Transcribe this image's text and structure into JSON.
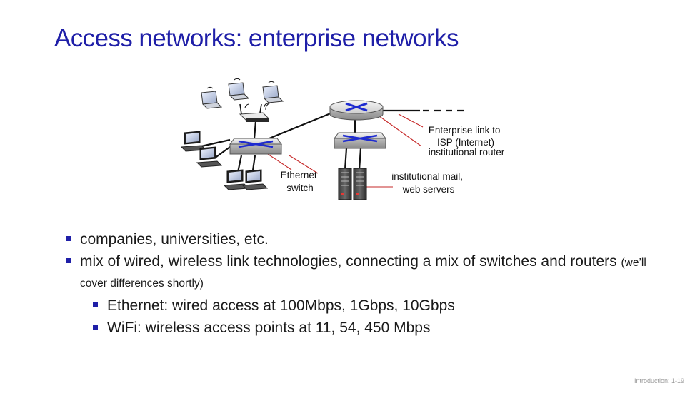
{
  "title": "Access networks: enterprise networks",
  "diagram": {
    "label_enterprise_link": [
      "Enterprise link to",
      "ISP (Internet)"
    ],
    "label_router": "institutional router",
    "label_ethernet_switch": [
      "Ethernet",
      "switch"
    ],
    "label_servers": [
      "institutional mail,",
      "web servers"
    ]
  },
  "bullets": {
    "item1": "companies, universities, etc.",
    "item2_main": "mix of wired, wireless link technologies, connecting a mix of switches and routers",
    "item2_note": "(we’ll cover differences shortly)",
    "sub1": "Ethernet: wired access at 100Mbps, 1Gbps, 10Gbps",
    "sub2": "WiFi: wireless access points at 11, 54, 450 Mbps"
  },
  "footer": "Introduction: 1-19",
  "colors": {
    "title": "#1f1fa8",
    "bullet": "#1f1fa8",
    "device_blue": "#1e2bd0",
    "callout_line": "#c62828"
  }
}
